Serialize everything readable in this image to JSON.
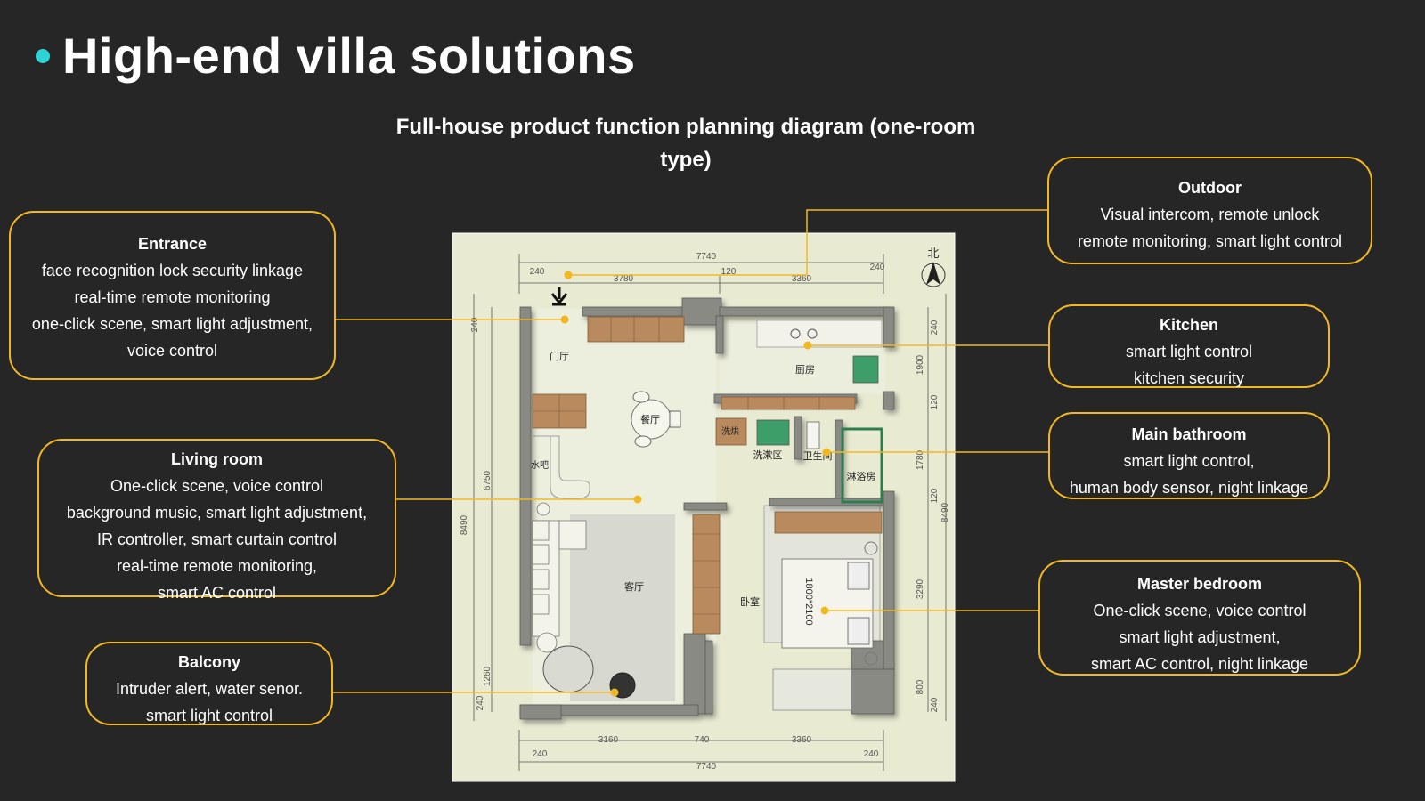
{
  "header": {
    "title": "High-end villa solutions",
    "subtitle": "Full-house product function planning diagram (one-room type)"
  },
  "colors": {
    "background": "#262626",
    "accent_dot": "#2ed3d3",
    "callout_border": "#f2b824",
    "plan_paper": "#e8ead2",
    "wall": "#8a8a84",
    "cabinet": "#b98a5e"
  },
  "callouts": {
    "entrance": {
      "title": "Entrance",
      "lines": [
        "face recognition lock security linkage",
        "real-time remote monitoring",
        "one-click scene, smart light adjustment,",
        "voice control"
      ]
    },
    "living_room": {
      "title": "Living room",
      "lines": [
        "One-click scene, voice control",
        "background music, smart light adjustment,",
        "IR controller,  smart curtain control",
        "real-time remote monitoring,",
        "smart AC control"
      ]
    },
    "balcony": {
      "title": "Balcony",
      "lines": [
        "Intruder alert, water senor.",
        "smart light control"
      ]
    },
    "outdoor": {
      "title": "Outdoor",
      "lines": [
        "Visual intercom, remote unlock",
        "remote monitoring, smart light control"
      ]
    },
    "kitchen": {
      "title": "Kitchen",
      "lines": [
        "smart light control",
        "kitchen security"
      ]
    },
    "main_bathroom": {
      "title": "Main bathroom",
      "lines": [
        "smart light control,",
        "human body sensor, night linkage"
      ]
    },
    "master_bedroom": {
      "title": "Master bedroom",
      "lines": [
        "One-click scene, voice control",
        "smart light adjustment,",
        "smart AC control, night linkage"
      ]
    }
  },
  "floor_plan": {
    "north_label": "北",
    "dimensions": {
      "top_total": "7740",
      "top_left_wall": "240",
      "top_seg1": "3780",
      "top_mid": "120",
      "top_seg2": "3360",
      "top_right_wall": "240",
      "bottom_total": "7740",
      "bottom_left_wall": "240",
      "bottom_seg1": "3160",
      "bottom_mid": "740",
      "bottom_seg2": "3360",
      "bottom_right_wall": "240",
      "left_total": "8490",
      "left_top_wall": "240",
      "left_seg1": "6750",
      "left_seg2": "1260",
      "left_bottom_wall": "240",
      "right_total": "8490",
      "right_top_wall": "240",
      "right_seg1": "1900",
      "right_seg2": "120",
      "right_seg3": "1780",
      "right_seg4": "120",
      "right_seg5": "3290",
      "right_seg6": "800",
      "right_bottom_wall": "240"
    },
    "rooms": {
      "entrance": "门厅",
      "kitchen": "厨房",
      "dining": "餐厅",
      "laundry": "洗烘",
      "wash_area": "洗漱区",
      "toilet": "卫生间",
      "shower": "淋浴房",
      "bar": "水吧",
      "living": "客厅",
      "bedroom": "卧室",
      "bed_size": "1800*2100"
    }
  }
}
